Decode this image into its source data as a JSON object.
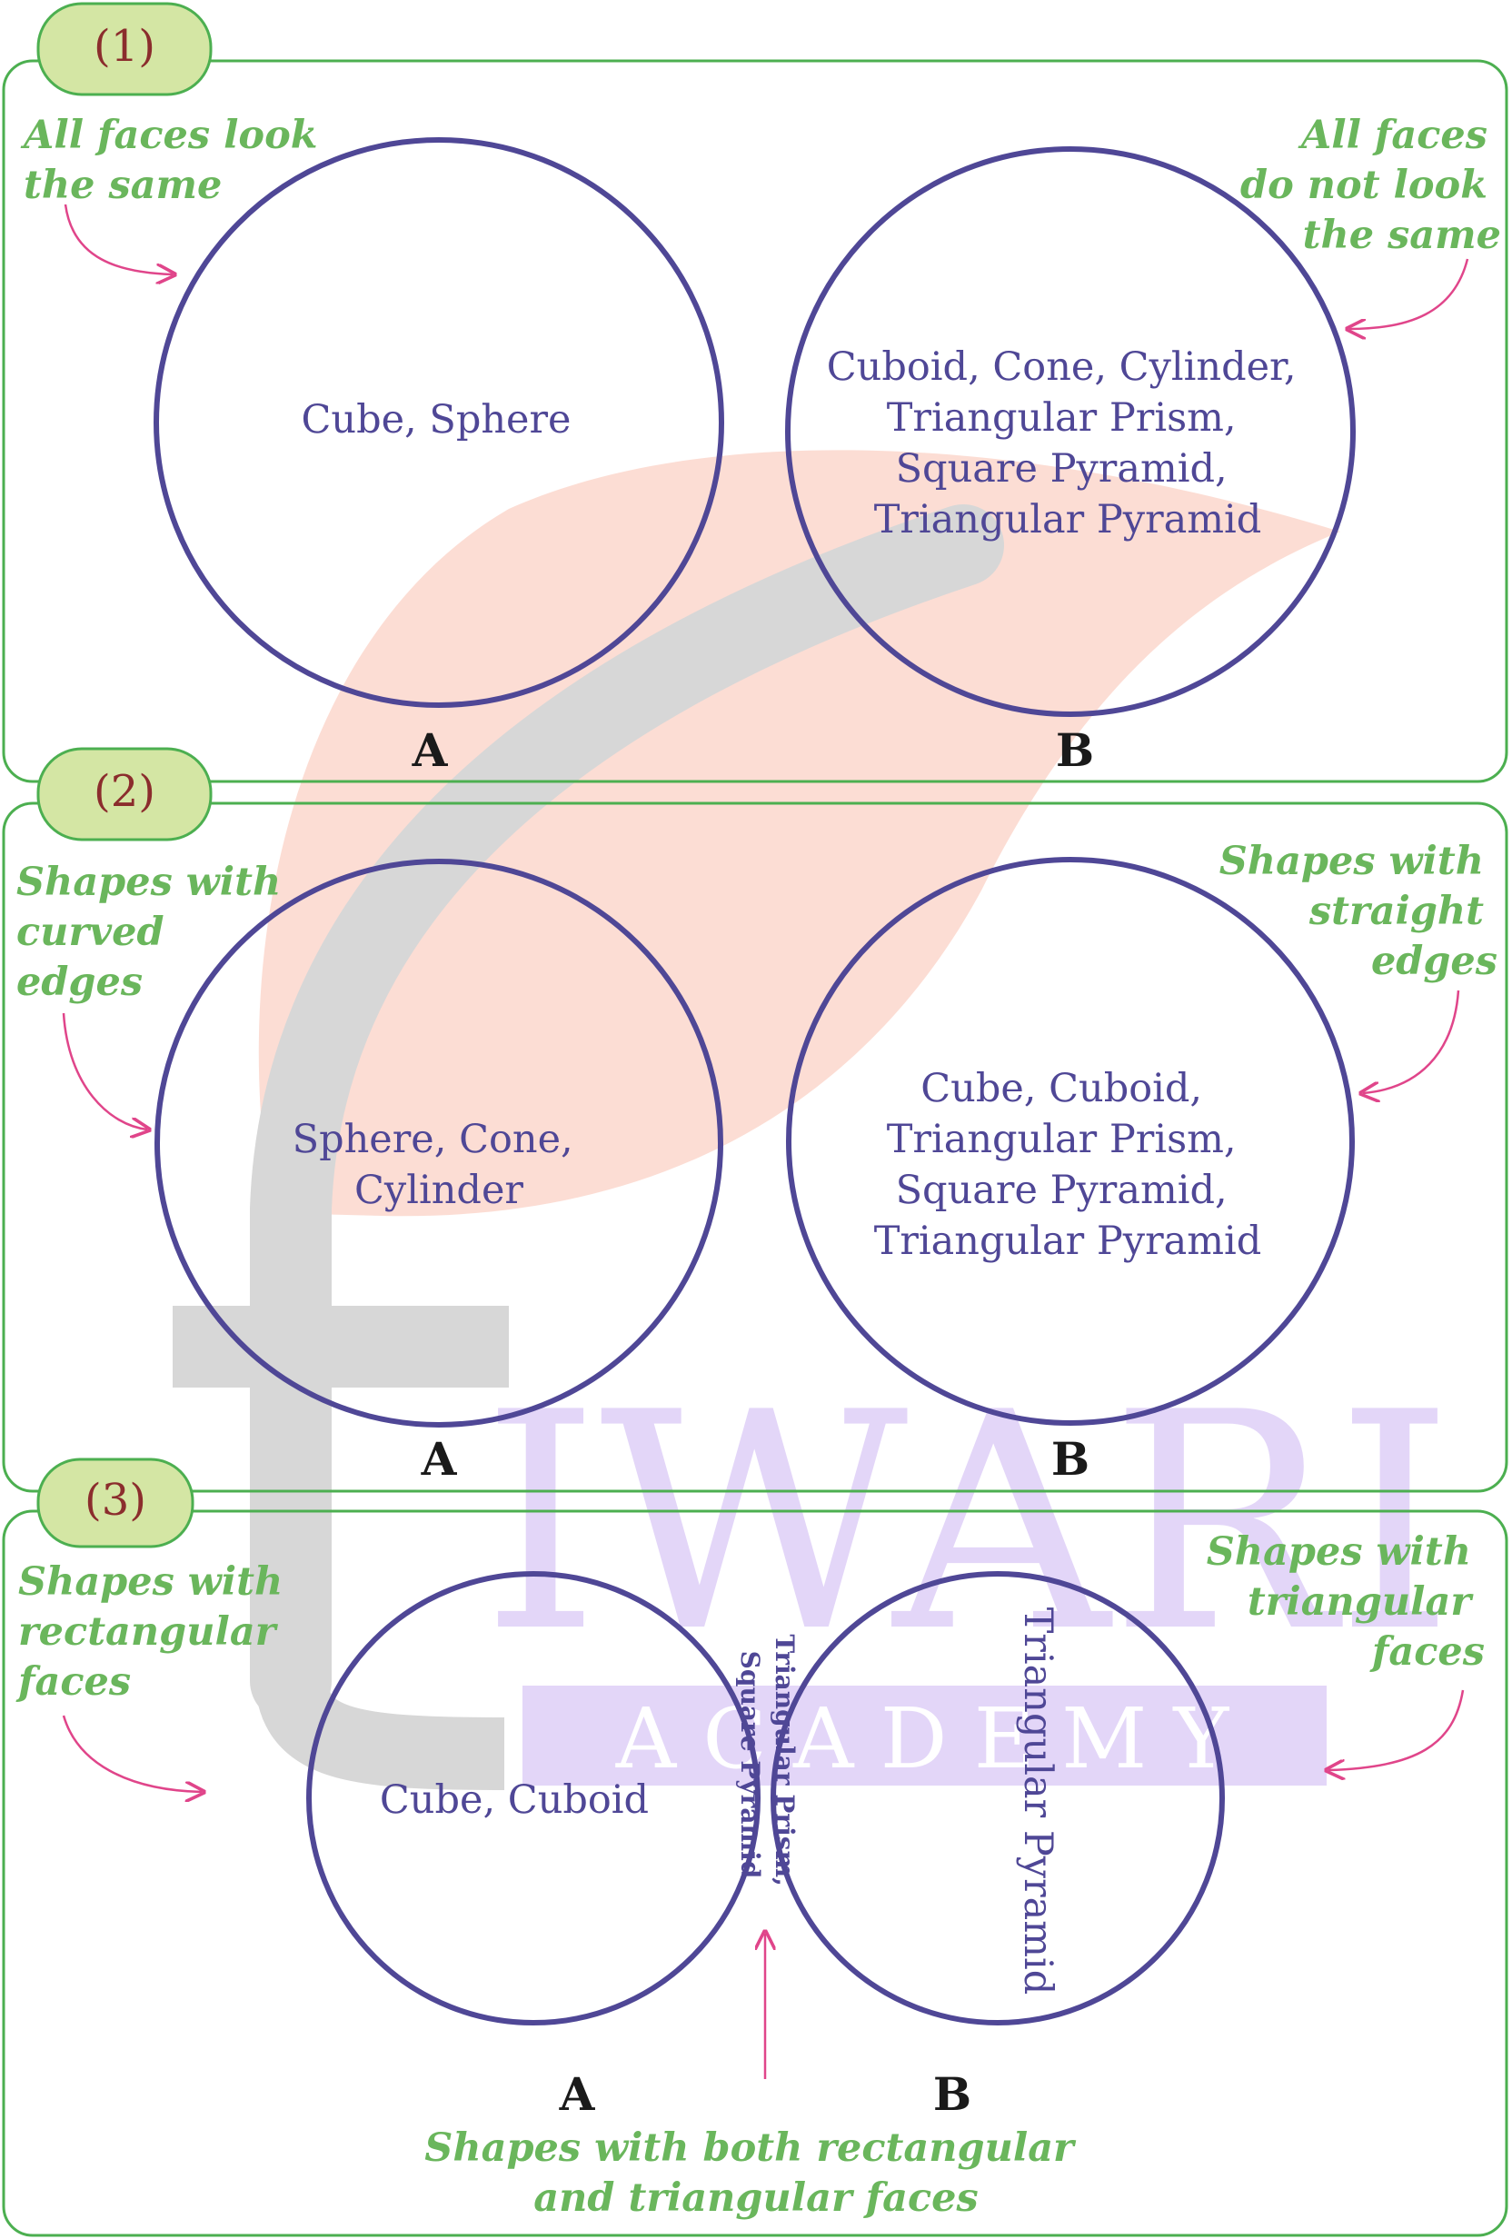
{
  "colors": {
    "panel_border": "#4caf50",
    "badge_fill": "#d4e6a4",
    "badge_text": "#8b2d2d",
    "circle_stroke": "#4f4796",
    "circle_text": "#4f4796",
    "note_text": "#6ab65c",
    "arrow": "#e0458a",
    "label_text": "#1a1a1a",
    "watermark_leaf": "#fbd7cc",
    "watermark_stem": "#d7d7d7",
    "watermark_text": "#e2d4f8"
  },
  "watermark": {
    "word": "IWARI",
    "subword": "A C A D E M Y"
  },
  "panels": [
    {
      "badge": "(1)",
      "note_left": [
        "All faces look",
        "the same"
      ],
      "note_right": [
        "All faces",
        "do not look",
        "the same"
      ],
      "circle_a": {
        "label": "A",
        "contents": [
          "Cube, Sphere"
        ]
      },
      "circle_b": {
        "label": "B",
        "contents": [
          "Cuboid, Cone, Cylinder,",
          "Triangular Prism,",
          "Square Pyramid,",
          "Triangular Pyramid"
        ]
      }
    },
    {
      "badge": "(2)",
      "note_left": [
        "Shapes with",
        "curved",
        "edges"
      ],
      "note_right": [
        "Shapes with",
        "straight",
        "edges"
      ],
      "circle_a": {
        "label": "A",
        "contents": [
          "Sphere, Cone,",
          "Cylinder"
        ]
      },
      "circle_b": {
        "label": "B",
        "contents": [
          "Cube, Cuboid,",
          "Triangular Prism,",
          "Square Pyramid,",
          "Triangular Pyramid"
        ]
      }
    },
    {
      "badge": "(3)",
      "note_left": [
        "Shapes with",
        "rectangular",
        "faces"
      ],
      "note_right": [
        "Shapes with",
        "triangular",
        "faces"
      ],
      "circle_a": {
        "label": "A",
        "contents": [
          "Cube, Cuboid"
        ]
      },
      "circle_b": {
        "label": "B",
        "contents": [
          "Triangular Pyramid"
        ]
      },
      "overlap": [
        "Triangular Prism,",
        "Square Pyramid"
      ],
      "note_bottom": [
        "Shapes with both rectangular",
        "and triangular faces"
      ]
    }
  ]
}
